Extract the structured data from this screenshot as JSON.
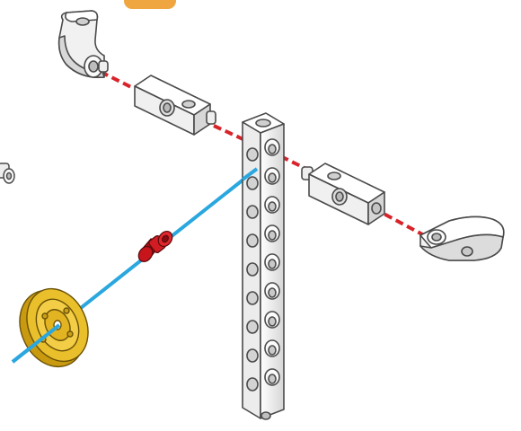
{
  "diagram": {
    "kind": "exploded assembly illustration",
    "parts": [
      {
        "id": "tab-marker",
        "color": "#f0a640"
      },
      {
        "id": "elbow-connector-top-left"
      },
      {
        "id": "rod-connector-upper-left"
      },
      {
        "id": "beam-vertical-perforated"
      },
      {
        "id": "rod-connector-right"
      },
      {
        "id": "elbow-connector-right"
      },
      {
        "id": "small-peg-far-left"
      },
      {
        "id": "red-bushing"
      },
      {
        "id": "yellow-pulley-wheel"
      }
    ],
    "guide_lines": [
      {
        "id": "red-axis-guide",
        "color": "#d8232a",
        "style": "dashed"
      },
      {
        "id": "blue-axle-guide",
        "color": "#2aa7df",
        "style": "solid"
      }
    ],
    "colors": {
      "part_fill": "#f3f3f3",
      "part_stroke": "#4a4a4a",
      "part_shade": "#d9d9d9",
      "pulley_fill": "#e9bf2b",
      "pulley_shade": "#c99a10",
      "bushing": "#c8151b"
    }
  }
}
